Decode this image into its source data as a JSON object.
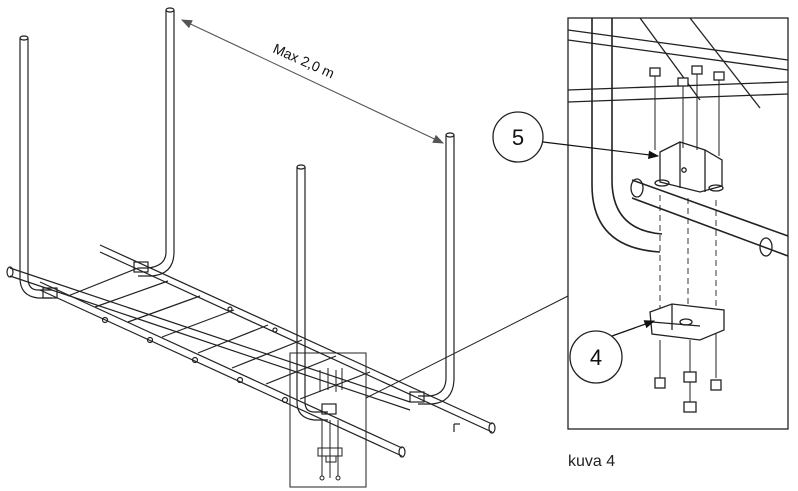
{
  "dimension": {
    "label": "Max 2,0 m"
  },
  "callouts": [
    {
      "number": "5",
      "part": "upper-bracket"
    },
    {
      "number": "4",
      "part": "lower-bracket"
    }
  ],
  "caption": "kuva 4",
  "colors": {
    "line": "#222222",
    "dim_line": "#555555",
    "fill": "#ffffff"
  },
  "icons": [
    "dimension-arrow",
    "callout-circle",
    "detail-frame"
  ]
}
